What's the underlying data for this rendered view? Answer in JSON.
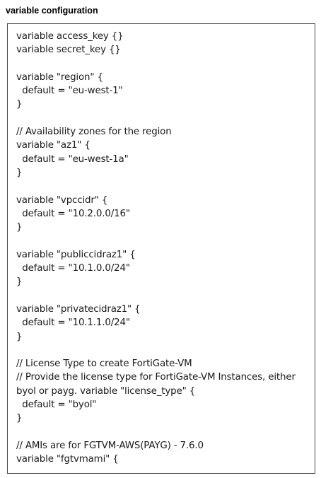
{
  "heading": "variable configuration",
  "code_lines": [
    "variable access_key {}",
    "variable secret_key {}",
    "",
    "variable \"region\" {",
    "  default = \"eu-west-1\"",
    "}",
    "",
    "// Availability zones for the region",
    "variable \"az1\" {",
    "  default = \"eu-west-1a\"",
    "}",
    "",
    "variable \"vpccidr\" {",
    "  default = \"10.2.0.0/16\"",
    "}",
    "",
    "variable \"publiccidraz1\" {",
    "  default = \"10.1.0.0/24\"",
    "}",
    "",
    "variable \"privatecidraz1\" {",
    "  default = \"10.1.1.0/24\"",
    "}",
    "",
    "// License Type to create FortiGate-VM",
    "// Provide the license type for FortiGate-VM Instances, either",
    "byol or payg. variable \"license_type\" {",
    "  default = \"byol\"",
    "}",
    "",
    "// AMIs are for FGTVM-AWS(PAYG) - 7.6.0",
    "variable \"fgtvmami\" {"
  ]
}
